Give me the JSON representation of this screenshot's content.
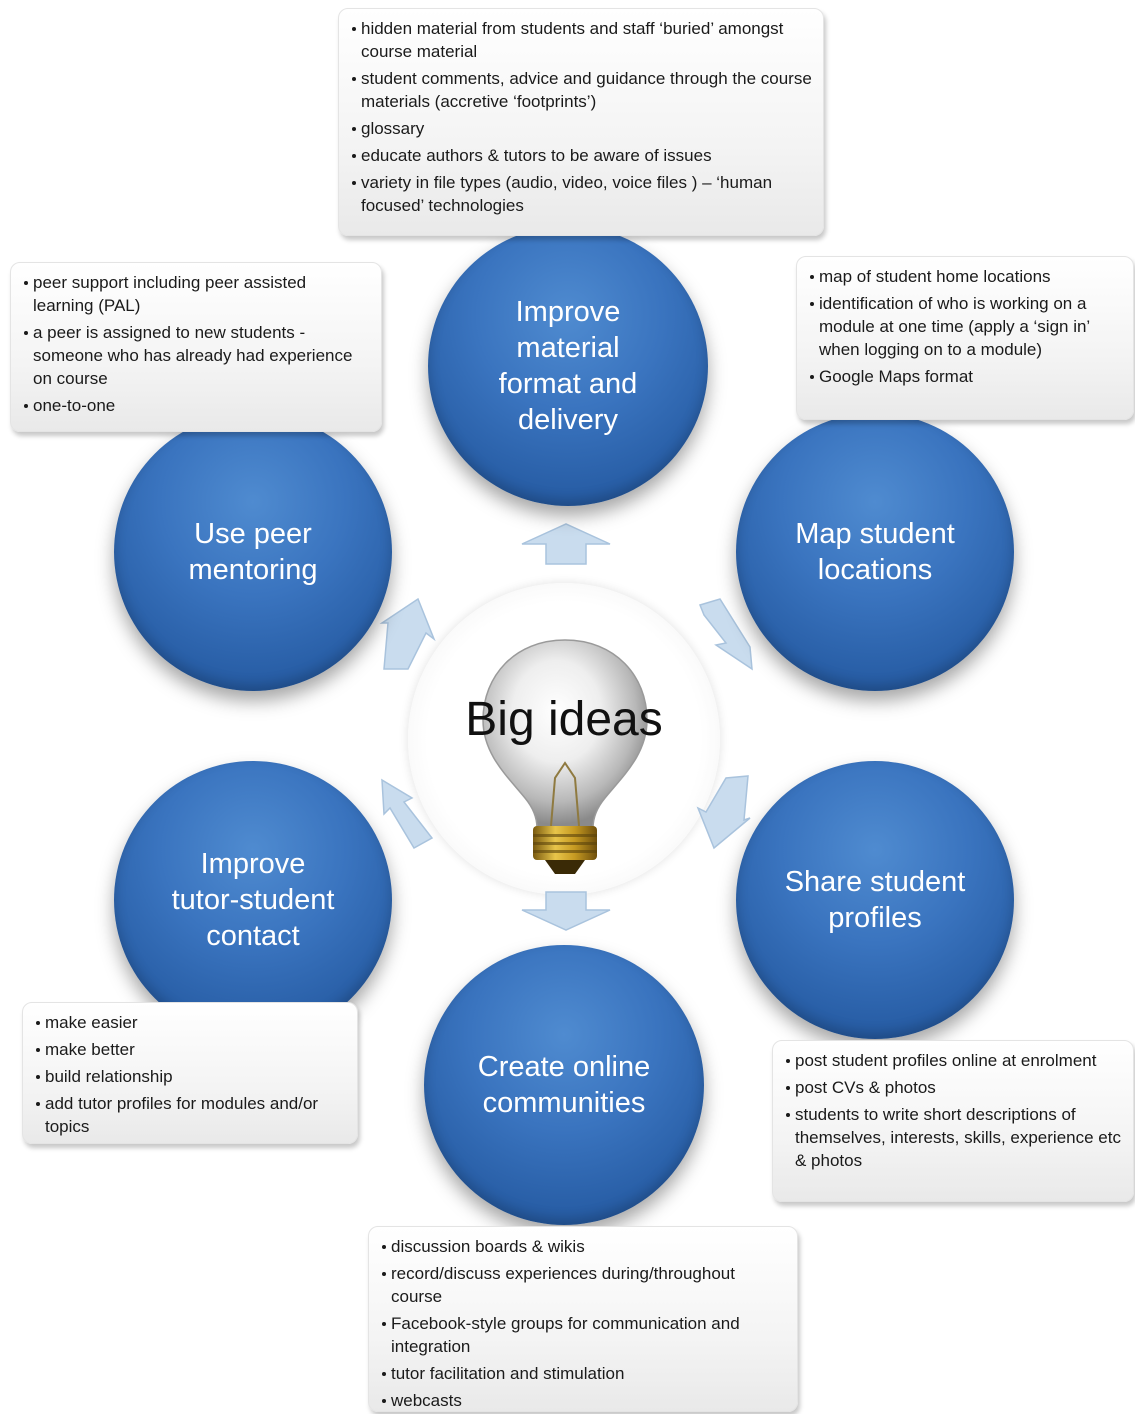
{
  "center": {
    "title": "Big ideas"
  },
  "ideas": {
    "material": {
      "label": "Improve\nmaterial\nformat and\ndelivery"
    },
    "map": {
      "label": "Map student\nlocations"
    },
    "profiles": {
      "label": "Share student\nprofiles"
    },
    "online": {
      "label": "Create online\ncommunities"
    },
    "tutor": {
      "label": "Improve\ntutor-student\ncontact"
    },
    "peer": {
      "label": "Use peer\nmentoring"
    }
  },
  "notes": {
    "material": [
      "hidden material from students and staff ‘buried’ amongst course material",
      "student comments, advice and guidance through the course materials  (accretive ‘footprints’)",
      "glossary",
      "educate authors & tutors to be aware of issues",
      "variety in file types (audio, video, voice files ) – ‘human focused’ technologies"
    ],
    "peer": [
      "peer support including peer assisted learning (PAL)",
      "a peer is assigned to new students - someone who has already had experience on course",
      "one-to-one"
    ],
    "map": [
      "map of student home locations",
      "identification of who is working on a module at one time (apply a ‘sign in’ when logging on to a module)",
      "Google Maps format"
    ],
    "tutor": [
      "make easier",
      "make better",
      "build relationship",
      "add tutor profiles for modules and/or topics"
    ],
    "profiles": [
      "post student profiles online at enrolment",
      "post CVs & photos",
      "students to write short descriptions of themselves, interests, skills, experience etc & photos"
    ],
    "online": [
      "discussion boards & wikis",
      "record/discuss experiences during/throughout course",
      "Facebook-style groups for communication and integration",
      "tutor facilitation and stimulation",
      "webcasts"
    ]
  },
  "colors": {
    "circle_blue": "#2f68b3",
    "arrow_fill": "#c9dcee",
    "arrow_stroke": "#a9c3dd"
  }
}
